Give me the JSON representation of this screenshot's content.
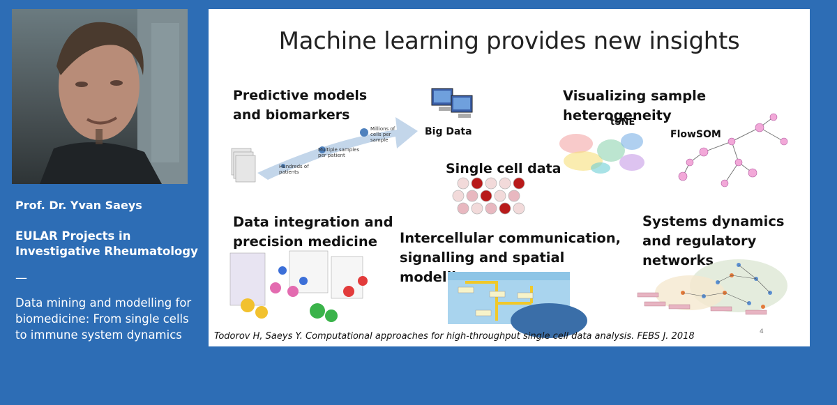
{
  "speaker": {
    "name": "Prof. Dr. Yvan Saeys",
    "project": "EULAR Projects in Investigative Rheumatology",
    "separator": "—",
    "talk_title": "Data mining and modelling for biomedicine: From single cells to immune system dynamics"
  },
  "slide": {
    "title": "Machine learning provides new insights",
    "sections": {
      "predictive": "Predictive models and biomarkers",
      "big_data": "Big Data",
      "visualizing": "Visualizing sample heterogeneity",
      "tsne": "tSNE",
      "flowsom": "FlowSOM",
      "single_cell": "Single cell data",
      "data_integration": "Data integration and precision medicine",
      "intercellular": "Intercellular communication, signalling and spatial modelling",
      "systems": "Systems dynamics and regulatory networks"
    },
    "arrow_labels": {
      "hundreds": "Hundreds of patients",
      "multiple": "Multiple samples per patient",
      "millions": "Millions of cells per sample"
    },
    "citation": "Todorov H, Saeys Y. Computational approaches for high-throughput single cell data analysis. FEBS J. 2018",
    "page_number": "4"
  }
}
